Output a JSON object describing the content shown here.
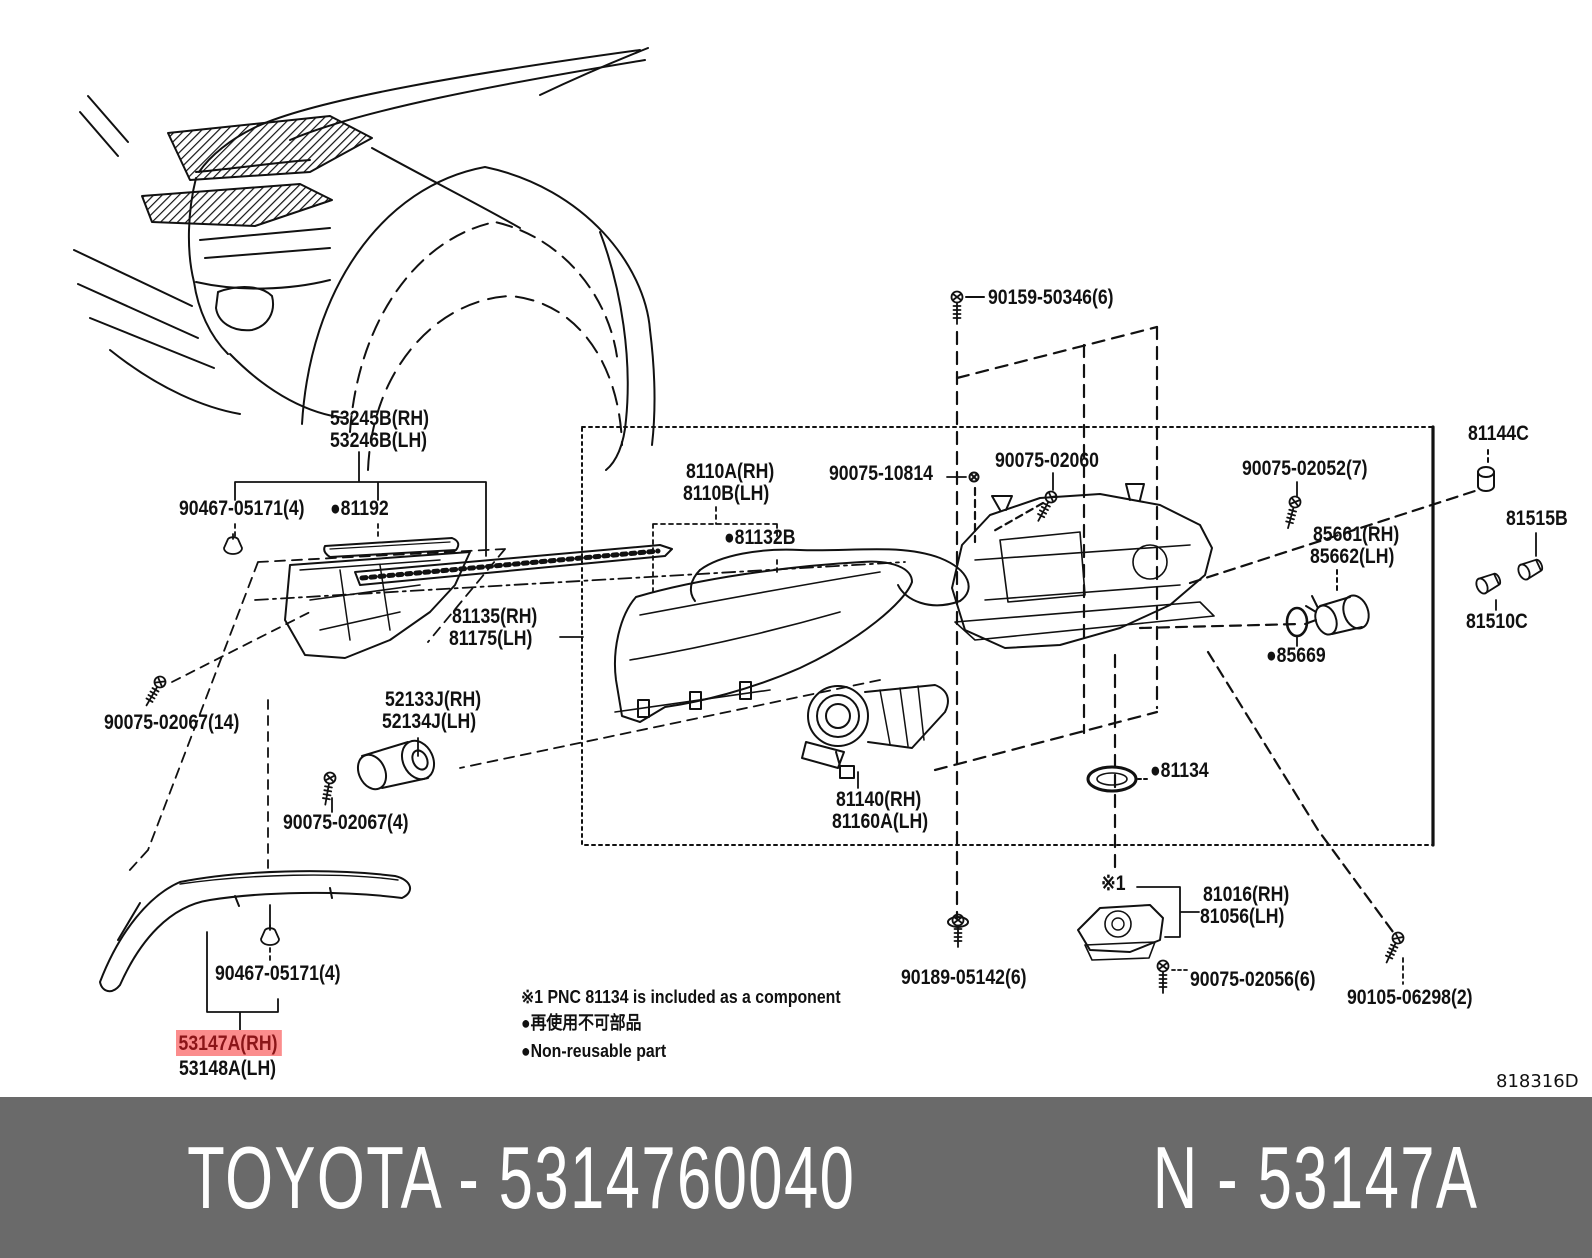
{
  "title": "Toyota parts catalog exploded diagram - headlamp and moulding",
  "colors": {
    "line": "#111111",
    "highlight_bg": "#fb8d8d",
    "highlight_text": "#8b1518",
    "footer_bg": "#6a6a6a",
    "footer_text": "#ffffff"
  },
  "labels": {
    "p53245b": "53245B(RH)",
    "p53246b": "53246B(LH)",
    "p90467_upper": "90467-05171(4)",
    "p81192": "●81192",
    "p81135": "81135(RH)",
    "p81175": "81175(LH)",
    "p52133j": "52133J(RH)",
    "p52134j": "52134J(LH)",
    "p90075_02067_14": "90075-02067(14)",
    "p90075_02067_4": "90075-02067(4)",
    "p90467_lower": "90467-05171(4)",
    "p53147a": "53147A(RH)",
    "p53148a": "53148A(LH)",
    "p90159": "90159-50346(6)",
    "p8110a": "8110A(RH)",
    "p8110b": "8110B(LH)",
    "p90075_10814": "90075-10814",
    "p90075_02060": "90075-02060",
    "p81132b": "●81132B",
    "p90075_02052": "90075-02052(7)",
    "p81144c": "81144C",
    "p81515b": "81515B",
    "p85661": "85661(RH)",
    "p85662": "85662(LH)",
    "p81510c": "81510C",
    "p85669": "●85669",
    "p81134": "●81134",
    "p81140": "81140(RH)",
    "p81160a": "81160A(LH)",
    "pref1": "※1",
    "p81016": "81016(RH)",
    "p81056": "81056(LH)",
    "p90189": "90189-05142(6)",
    "p90075_02056": "90075-02056(6)",
    "p90105": "90105-06298(2)"
  },
  "notes": {
    "component": "※1 PNC 81134 is included as a component",
    "nonreusable_jp": "●再使用不可部品",
    "nonreusable_en": "●Non-reusable part"
  },
  "doc_code": "818316D",
  "footer": {
    "left": "TOYOTA - 5314760040",
    "right": "N - 53147A"
  }
}
